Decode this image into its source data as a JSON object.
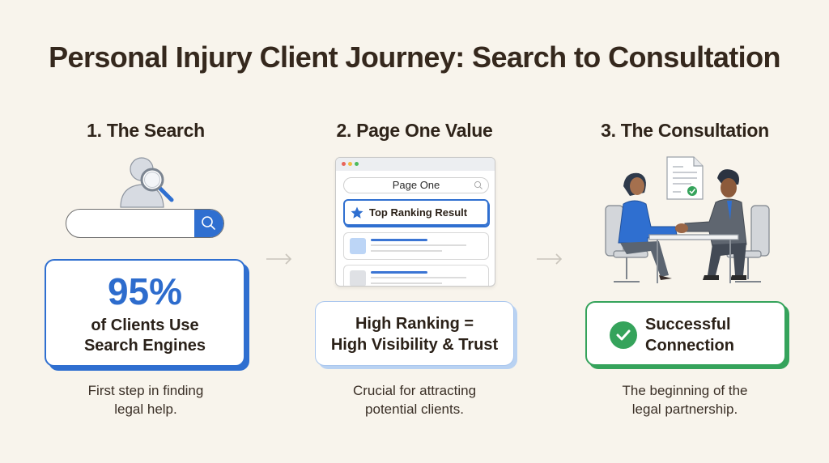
{
  "title": "Personal Injury Client Journey: Search to Consultation",
  "colors": {
    "background": "#f8f4ec",
    "primary_blue": "#2f6fd0",
    "light_blue": "#b9d2f2",
    "success_green": "#35a35b",
    "text_dark": "#2b2118"
  },
  "steps": [
    {
      "title": "1. The Search",
      "icons": [
        "person-magnifier-icon",
        "search-bar",
        "search-icon"
      ],
      "stat": "95%",
      "stat_text_line1": "of Clients Use",
      "stat_text_line2": "Search Engines",
      "caption_line1": "First step in finding",
      "caption_line2": "legal help."
    },
    {
      "title": "2. Page One Value",
      "browser": {
        "address_label": "Page One",
        "top_result_label": "Top Ranking Result",
        "other_results": 2
      },
      "card_line1": "High Ranking =",
      "card_line2": "High Visibility & Trust",
      "caption_line1": "Crucial for attracting",
      "caption_line2": "potential clients."
    },
    {
      "title": "3. The Consultation",
      "icons": [
        "document-check-icon",
        "handshake-meeting-illustration"
      ],
      "card_line1": "Successful",
      "card_line2": "Connection",
      "caption_line1": "The beginning of the",
      "caption_line2": "legal partnership."
    }
  ],
  "arrows": [
    "arrow-right-icon",
    "arrow-right-icon"
  ]
}
